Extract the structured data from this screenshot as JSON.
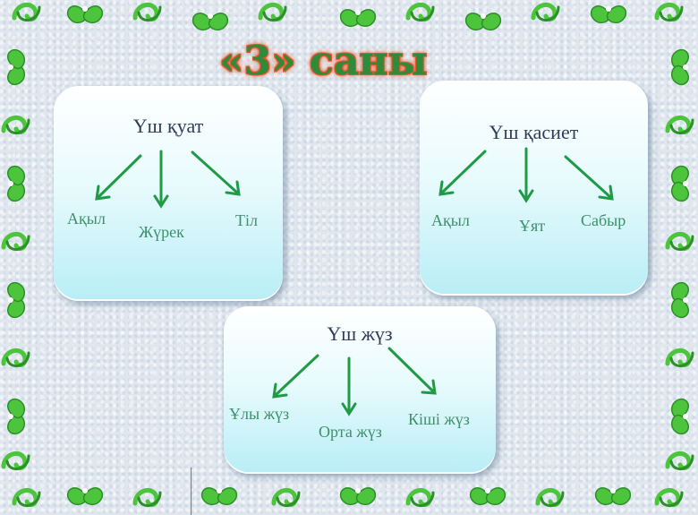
{
  "title": "«3» саны",
  "cards": [
    {
      "heading": "Үш қуат",
      "items": [
        "Ақыл",
        "Жүрек",
        "Тіл"
      ]
    },
    {
      "heading": "Үш қасиет",
      "items": [
        "Ақыл",
        "Ұят",
        "Сабыр"
      ]
    },
    {
      "heading": "Үш жүз",
      "items": [
        "Ұлы жүз",
        "Орта жүз",
        "Кіші жүз"
      ]
    }
  ],
  "colors": {
    "arrow": "#1f9a45",
    "heading": "#2e3d59",
    "item": "#3f8f6a",
    "title": "#2f8b3a",
    "title_glow": "#e4562b",
    "ornament": "#4cc43c"
  }
}
